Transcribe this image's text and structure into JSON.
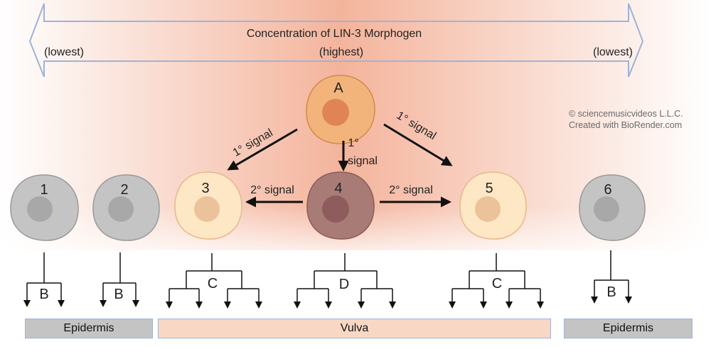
{
  "morphogen": {
    "title": "Concentration of LIN-3 Morphogen",
    "left_label": "(lowest)",
    "center_label": "(highest)",
    "right_label": "(lowest)"
  },
  "credit": {
    "line1": "© sciencemusicvideos L.L.C.",
    "line2": "Created with BioRender.com"
  },
  "anchor_cell": {
    "label": "A"
  },
  "cells": [
    {
      "label": "1"
    },
    {
      "label": "2"
    },
    {
      "label": "3"
    },
    {
      "label": "4"
    },
    {
      "label": "5"
    },
    {
      "label": "6"
    }
  ],
  "signals": {
    "primary_left": "1° signal",
    "primary_down_line1": "1°",
    "primary_down_line2": "signal",
    "primary_right": "1° signal",
    "secondary_left": "2° signal",
    "secondary_right": "2° signal"
  },
  "lineages": [
    {
      "label": "B"
    },
    {
      "label": "B"
    },
    {
      "label": "C"
    },
    {
      "label": "D"
    },
    {
      "label": "C"
    },
    {
      "label": "B"
    }
  ],
  "fates": {
    "left": "Epidermis",
    "center": "Vulva",
    "right": "Epidermis"
  },
  "colors": {
    "gradient_peak": "#f4b49c",
    "arrow_outline": "#9fb3d6",
    "epidermal_cell": "#c4c4c4",
    "vulval_cell": "#fde7c4",
    "cell4": "#a97b76",
    "anchor_cell": "#f2b47a"
  }
}
